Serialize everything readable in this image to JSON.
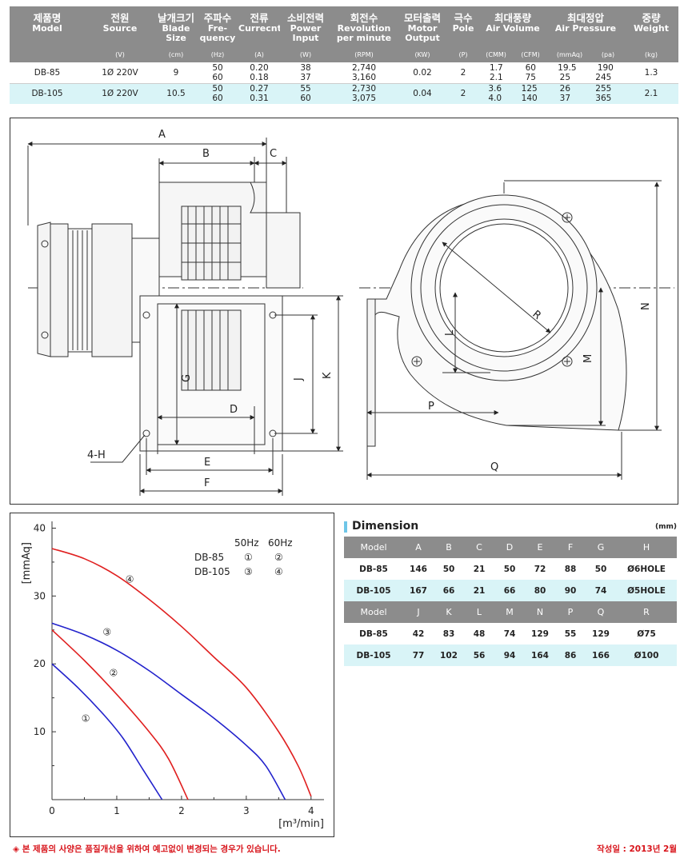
{
  "spec_table": {
    "headers": {
      "model": {
        "kr": "제품명",
        "en": "Model",
        "unit": ""
      },
      "source": {
        "kr": "전원",
        "en": "Source",
        "unit": "(V)"
      },
      "blade": {
        "kr": "날개크기",
        "en": "Blade Size",
        "unit": "(cm)"
      },
      "freq": {
        "kr": "주파수",
        "en": "Fre- quency",
        "unit": "(Hz)"
      },
      "current": {
        "kr": "전류",
        "en": "Currecnt",
        "unit": "(A)"
      },
      "power": {
        "kr": "소비전력",
        "en": "Power Input",
        "unit": "(W)"
      },
      "rpm": {
        "kr": "회전수",
        "en": "Revolution per minute",
        "unit": "(RPM)"
      },
      "motor": {
        "kr": "모터출력",
        "en": "Motor Output",
        "unit": "(KW)"
      },
      "pole": {
        "kr": "극수",
        "en": "Pole",
        "unit": "(P)"
      },
      "volume": {
        "kr": "최대풍량",
        "en": "Air Volume",
        "unit_a": "(CMM)",
        "unit_b": "(CFM)"
      },
      "pressure": {
        "kr": "최대정압",
        "en": "Air Pressure",
        "unit_a": "(mmAq)",
        "unit_b": "(pa)"
      },
      "weight": {
        "kr": "중량",
        "en": "Weight",
        "unit": "(kg)"
      }
    },
    "rows": [
      {
        "model": "DB-85",
        "source": "1Ø 220V",
        "blade": "9",
        "freq": [
          "50",
          "60"
        ],
        "current": [
          "0.20",
          "0.18"
        ],
        "power": [
          "38",
          "37"
        ],
        "rpm": [
          "2,740",
          "3,160"
        ],
        "motor": "0.02",
        "pole": "2",
        "cmm": [
          "1.7",
          "2.1"
        ],
        "cfm": [
          "60",
          "75"
        ],
        "mmaq": [
          "19.5",
          "25"
        ],
        "pa": [
          "190",
          "245"
        ],
        "weight": "1.3"
      },
      {
        "model": "DB-105",
        "source": "1Ø 220V",
        "blade": "10.5",
        "freq": [
          "50",
          "60"
        ],
        "current": [
          "0.27",
          "0.31"
        ],
        "power": [
          "55",
          "60"
        ],
        "rpm": [
          "2,730",
          "3,075"
        ],
        "motor": "0.04",
        "pole": "2",
        "cmm": [
          "3.6",
          "4.0"
        ],
        "cfm": [
          "125",
          "140"
        ],
        "mmaq": [
          "26",
          "37"
        ],
        "pa": [
          "255",
          "365"
        ],
        "weight": "2.1"
      }
    ]
  },
  "drawing": {
    "labels": {
      "A": "A",
      "B": "B",
      "C": "C",
      "D": "D",
      "E": "E",
      "F": "F",
      "G": "G",
      "H": "4-H",
      "J": "J",
      "K": "K",
      "L": "L",
      "M": "M",
      "N": "N",
      "P": "P",
      "Q": "Q",
      "R": "R"
    }
  },
  "chart_data": {
    "type": "line",
    "ylabel": "[mmAq]",
    "xlabel": "[m³/min]",
    "xlim": [
      0,
      4.2
    ],
    "ylim": [
      0,
      41
    ],
    "xticks": [
      0,
      1,
      2,
      3,
      4
    ],
    "yticks": [
      10,
      20,
      30,
      40
    ],
    "legend": {
      "col1": "50Hz",
      "col2": "60Hz",
      "rows": [
        {
          "model": "DB-85",
          "m1": "①",
          "m2": "②"
        },
        {
          "model": "DB-105",
          "m1": "③",
          "m2": "④"
        }
      ]
    },
    "series": [
      {
        "name": "①",
        "color": "#2222cc",
        "label_at": [
          0.52,
          11.5
        ],
        "points": [
          [
            0,
            20
          ],
          [
            0.4,
            16.5
          ],
          [
            0.8,
            12.5
          ],
          [
            1.1,
            9
          ],
          [
            1.4,
            4.5
          ],
          [
            1.7,
            0
          ]
        ]
      },
      {
        "name": "②",
        "color": "#e02020",
        "label_at": [
          0.95,
          18.2
        ],
        "points": [
          [
            0,
            25
          ],
          [
            0.5,
            20.5
          ],
          [
            1.0,
            15.5
          ],
          [
            1.5,
            10
          ],
          [
            1.8,
            6
          ],
          [
            2.1,
            0
          ]
        ]
      },
      {
        "name": "③",
        "color": "#2222cc",
        "label_at": [
          0.85,
          24.2
        ],
        "points": [
          [
            0,
            26
          ],
          [
            0.5,
            24.3
          ],
          [
            1.0,
            22
          ],
          [
            1.5,
            19
          ],
          [
            2.0,
            15.5
          ],
          [
            2.5,
            12
          ],
          [
            3.0,
            8
          ],
          [
            3.3,
            5
          ],
          [
            3.6,
            0
          ]
        ]
      },
      {
        "name": "④",
        "color": "#e02020",
        "label_at": [
          1.2,
          32
        ],
        "points": [
          [
            0,
            37
          ],
          [
            0.5,
            35.5
          ],
          [
            1.0,
            33
          ],
          [
            1.5,
            29.5
          ],
          [
            2.0,
            25.5
          ],
          [
            2.5,
            21
          ],
          [
            3.0,
            16.5
          ],
          [
            3.5,
            10
          ],
          [
            3.8,
            5
          ],
          [
            4.0,
            0.5
          ]
        ]
      }
    ]
  },
  "dimension": {
    "title": "Dimension",
    "unit": "(mm)",
    "header1": [
      "Model",
      "A",
      "B",
      "C",
      "D",
      "E",
      "F",
      "G",
      "H"
    ],
    "rows1": [
      [
        "DB-85",
        "146",
        "50",
        "21",
        "50",
        "72",
        "88",
        "50",
        "Ø6HOLE"
      ],
      [
        "DB-105",
        "167",
        "66",
        "21",
        "66",
        "80",
        "90",
        "74",
        "Ø5HOLE"
      ]
    ],
    "header2": [
      "Model",
      "J",
      "K",
      "L",
      "M",
      "N",
      "P",
      "Q",
      "R"
    ],
    "rows2": [
      [
        "DB-85",
        "42",
        "83",
        "48",
        "74",
        "129",
        "55",
        "129",
        "Ø75"
      ],
      [
        "DB-105",
        "77",
        "102",
        "56",
        "94",
        "164",
        "86",
        "166",
        "Ø100"
      ]
    ]
  },
  "footer": {
    "notice": "◈ 본 제품의 사양은 품질개선을 위하여 예고없이 변경되는 경우가 있습니다.",
    "date": "작성일 : 2013년 2월"
  }
}
